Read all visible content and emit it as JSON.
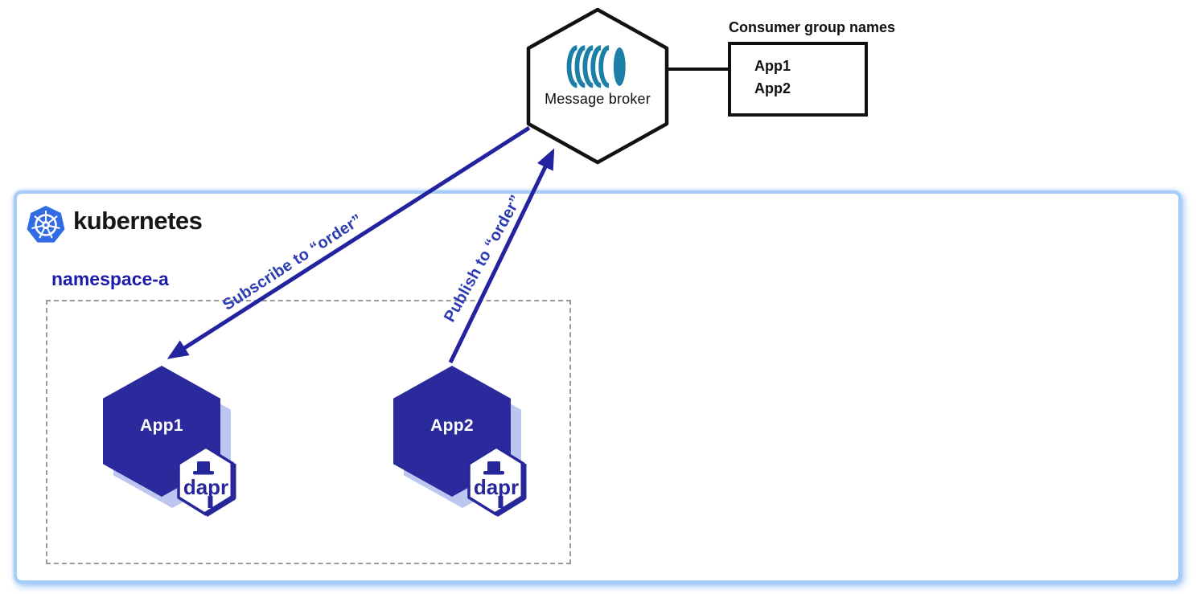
{
  "broker": {
    "label": "Message broker",
    "icon": "message-queue-icon"
  },
  "consumer_groups": {
    "title": "Consumer group names",
    "items": [
      "App1",
      "App2"
    ]
  },
  "kubernetes": {
    "label": "kubernetes",
    "icon": "kubernetes-helm-icon"
  },
  "namespace": {
    "label": "namespace-a"
  },
  "apps": [
    {
      "label": "App1",
      "badge_label": "dapr",
      "badge_icon": "dapr-hat-icon"
    },
    {
      "label": "App2",
      "badge_label": "dapr",
      "badge_icon": "dapr-hat-icon"
    }
  ],
  "arrows": [
    {
      "label": "Subscribe to “order”",
      "from": "Message broker",
      "to": "App1"
    },
    {
      "label": "Publish to “order”",
      "from": "App2",
      "to": "Message broker"
    }
  ],
  "colors": {
    "arrow_navy": "#23239f",
    "arrow_label_blue": "#2c3cb2",
    "hexagon_fill": "#2b2a9d",
    "hexagon_shadow": "#bcc6f0",
    "dapr_navy": "#27279c",
    "namespace_blue": "#1c1caa",
    "broker_icon_teal": "#1b7fa8",
    "kubernetes_blue": "#326ce5",
    "k8s_border_blue": "#a5cdf8",
    "outline_black": "#111111"
  }
}
